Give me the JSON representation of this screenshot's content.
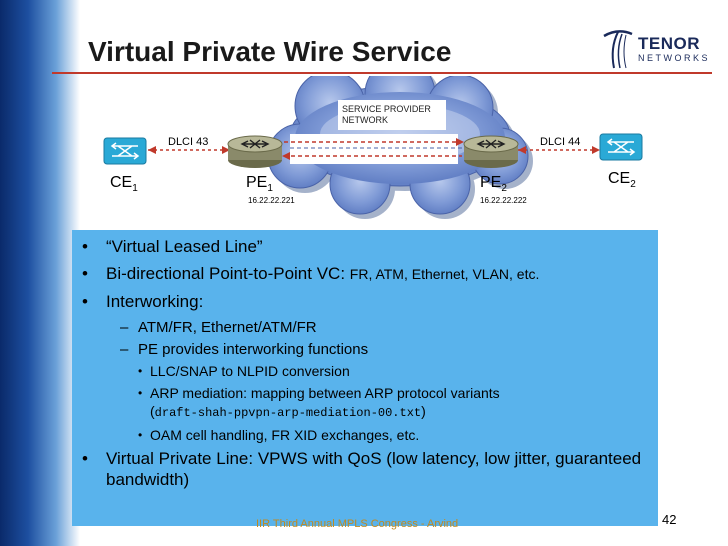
{
  "title": "Virtual Private Wire Service",
  "logo": {
    "name": "TENOR",
    "sub": "NETWORKS"
  },
  "diagram": {
    "cloud_label": "SERVICE PROVIDER\nNETWORK",
    "ce1": {
      "name": "CE",
      "sub": "1"
    },
    "ce2": {
      "name": "CE",
      "sub": "2"
    },
    "pe1": {
      "name": "PE",
      "sub": "1",
      "ip": "16.22.22.221"
    },
    "pe2": {
      "name": "PE",
      "sub": "2",
      "ip": "16.22.22.222"
    },
    "dlci_left": "DLCI 43",
    "dlci_right": "DLCI 44"
  },
  "bullets": {
    "b1": "“Virtual Leased Line”",
    "b2_main": "Bi-directional Point-to-Point VC: ",
    "b2_small": "FR, ATM, Ethernet, VLAN, etc.",
    "b3": "Interworking:",
    "s1": "ATM/FR, Ethernet/ATM/FR",
    "s2": "PE provides interworking functions",
    "t1": "LLC/SNAP to NLPID conversion",
    "t2": "ARP mediation: mapping between ARP protocol variants",
    "t2_open": "(",
    "t2_code": "draft-shah-ppvpn-arp-mediation-00.txt",
    "t2_close": ")",
    "t3": "OAM cell handling, FR XID exchanges, etc.",
    "b4": "Virtual Private Line: VPWS with QoS (low latency, low jitter, guaranteed bandwidth)"
  },
  "footer": "IIR Third  Annual MPLS Congress - Arvind",
  "page_number": "42",
  "colors": {
    "accent_rule": "#c0392b",
    "content_bg": "#59b3ec",
    "cloud": "#6f8fcf"
  }
}
